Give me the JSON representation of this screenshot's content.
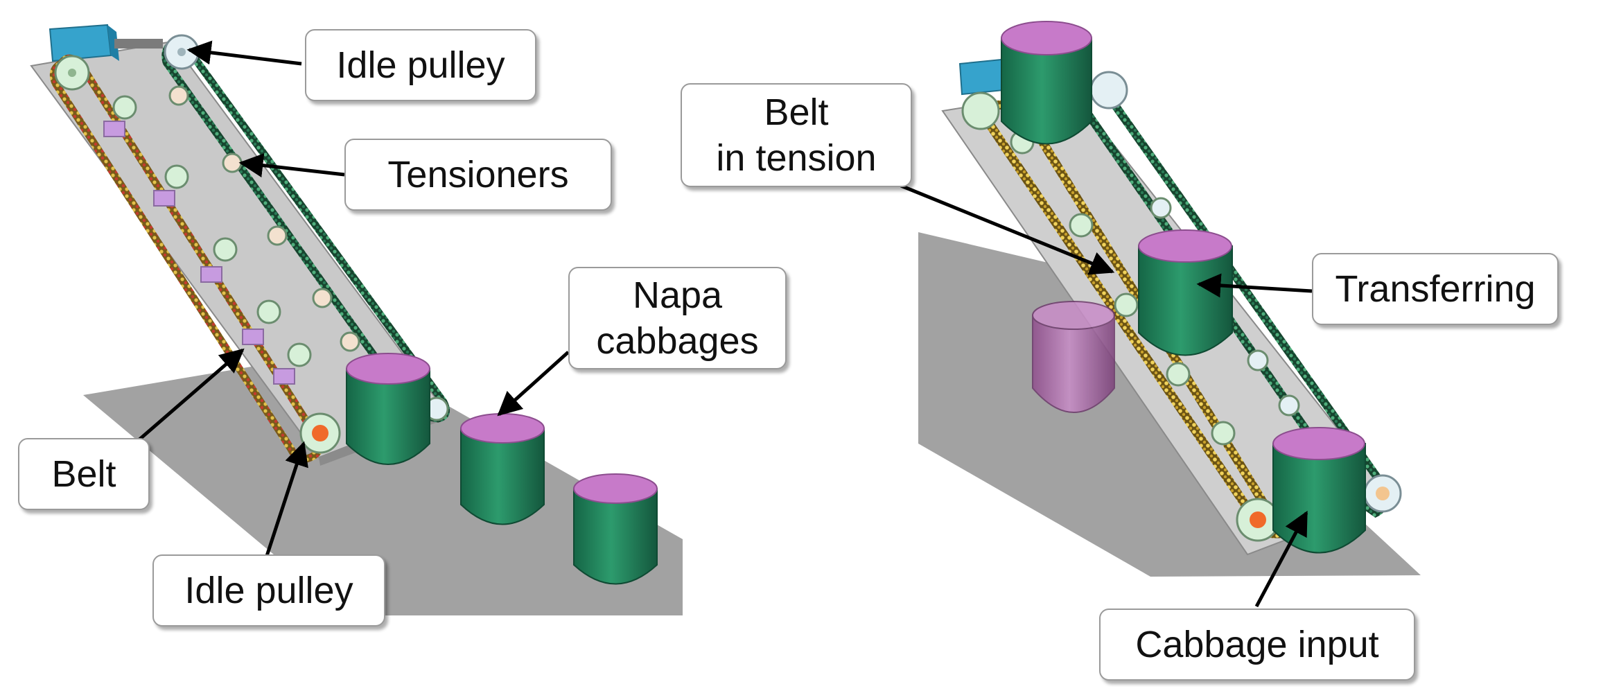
{
  "left_panel": {
    "callouts": {
      "idle_pulley_top": "Idle pulley",
      "tensioners": "Tensioners",
      "napa_cabbages_line1": "Napa",
      "napa_cabbages_line2": "cabbages",
      "belt": "Belt",
      "idle_pulley_bottom": "Idle pulley"
    }
  },
  "right_panel": {
    "callouts": {
      "belt_in_tension_line1": "Belt",
      "belt_in_tension_line2": "in tension",
      "transferring": "Transferring",
      "cabbage_input": "Cabbage input"
    }
  },
  "colors": {
    "conveyor_floor": "#a2a2a2",
    "frame_plate": "#c4c4c4",
    "motor_box": "#36a3cc",
    "cabbage_body": "#1f7a57",
    "cabbage_top": "#c77ac9",
    "cabbage_transparent": "#b86fb7",
    "pulley_face": "#d7f0d8",
    "pulley_hub": "#f06a2a",
    "tensioner_bracket": "#c79be0",
    "belt_left": "#c8a43a",
    "belt_right": "#2b6f54",
    "arrow": "#000000"
  }
}
